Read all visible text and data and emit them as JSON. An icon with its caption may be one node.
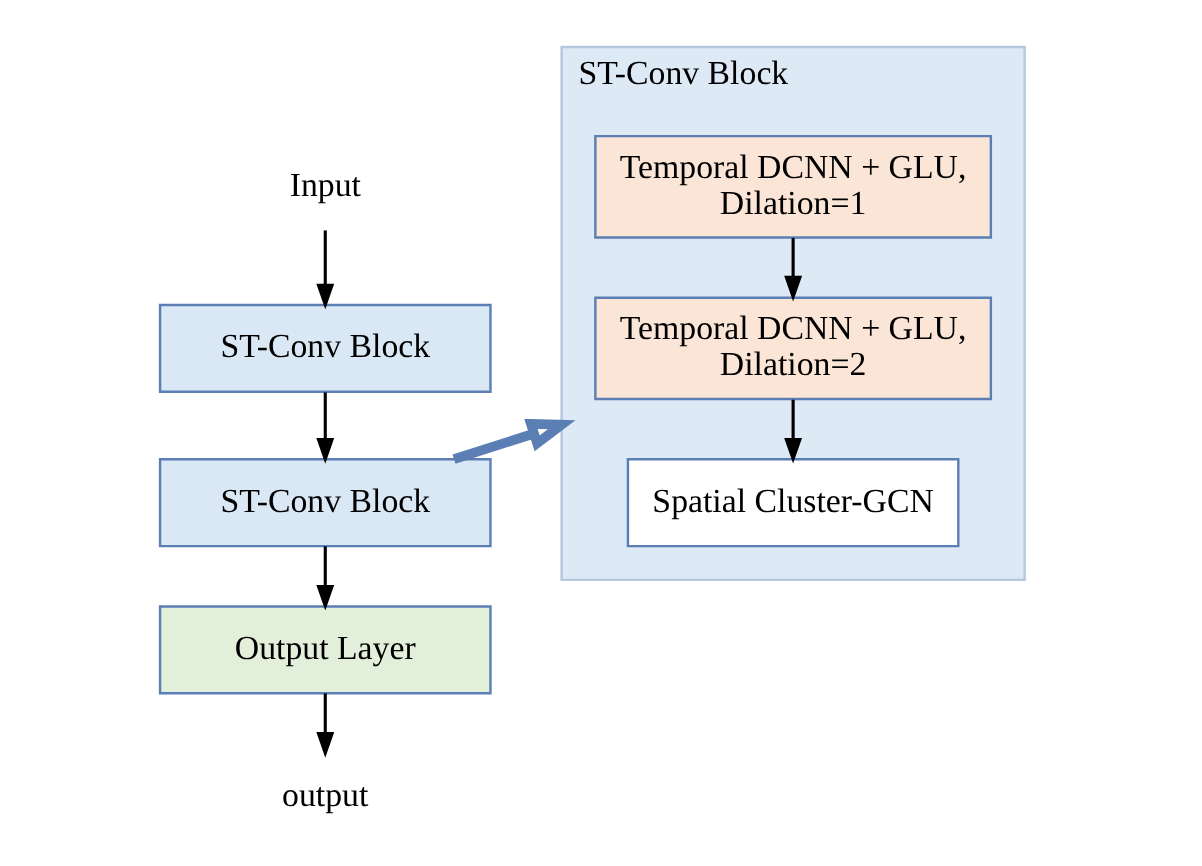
{
  "diagram": {
    "nodes": [
      {
        "text": [
          "Input"
        ]
      },
      {
        "text": [
          "ST-Conv Block"
        ]
      },
      {
        "text": [
          "ST-Conv Block"
        ]
      },
      {
        "text": [
          "Output Layer"
        ]
      },
      {
        "text": [
          "output"
        ]
      },
      {
        "text": [
          "ST-Conv Block"
        ]
      },
      {
        "text": [
          "Temporal DCNN + GLU, Dilation=1"
        ],
        "in": 5
      },
      {
        "text": [
          "Temporal DCNN + GLU, Dilation=2"
        ],
        "in": 5
      },
      {
        "text": [
          "Spatial Cluster-GCN"
        ],
        "in": 5
      }
    ],
    "edges": [
      {
        "from": 0,
        "to": 1,
        "arrow": "to"
      },
      {
        "from": 1,
        "to": 2,
        "arrow": "to"
      },
      {
        "from": 2,
        "to": 3,
        "arrow": "to"
      },
      {
        "from": 3,
        "to": 4,
        "arrow": "to"
      },
      {
        "from": 2,
        "to": 5,
        "arrow": "to",
        "style": "thick",
        "color": "#5b7fb5"
      },
      {
        "from": 6,
        "to": 7,
        "arrow": "to"
      },
      {
        "from": 7,
        "to": 8,
        "arrow": "to"
      }
    ]
  }
}
